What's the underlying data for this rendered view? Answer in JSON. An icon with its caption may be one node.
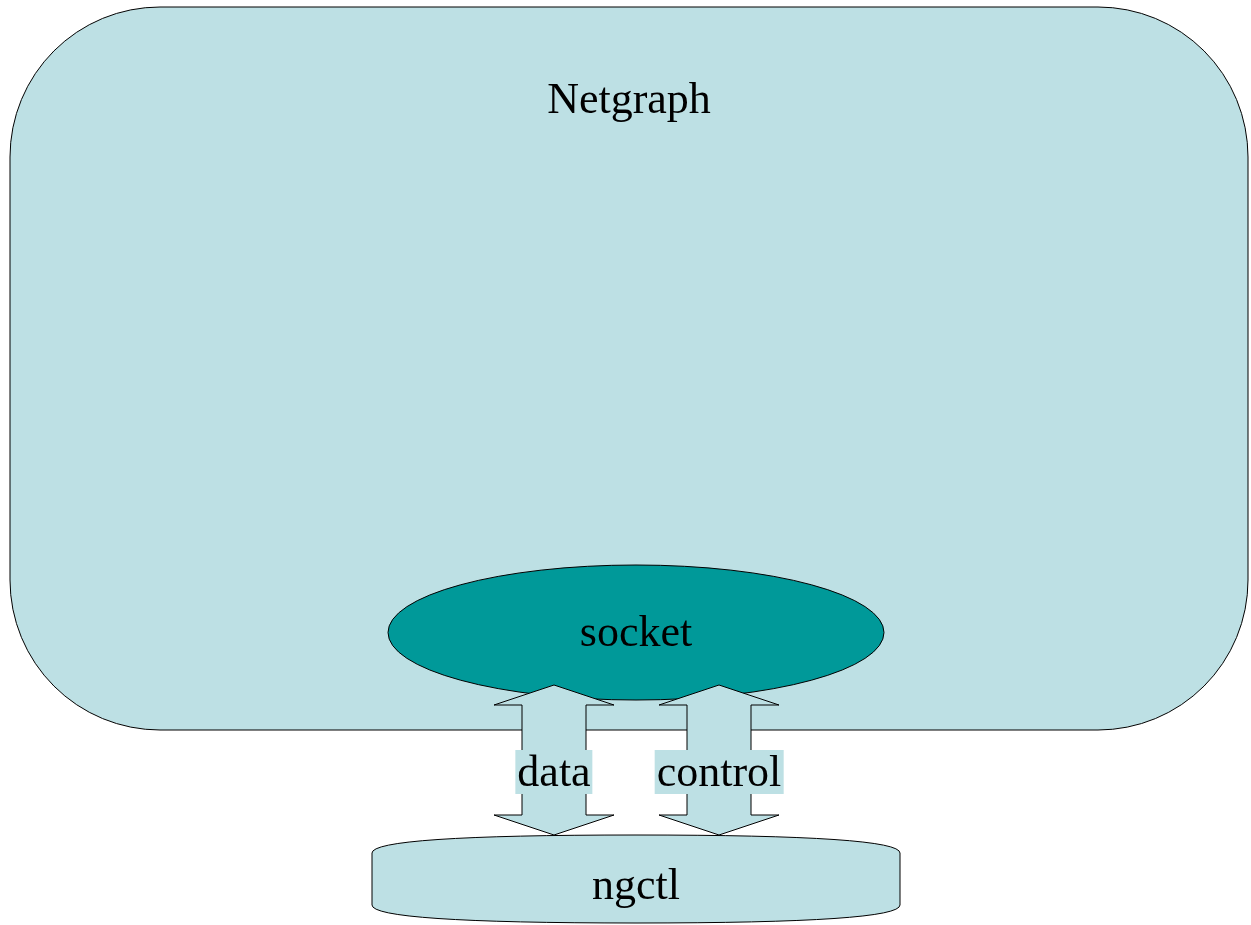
{
  "diagram": {
    "nodes": [
      {
        "text": [
          "Netgraph"
        ]
      },
      {
        "text": [
          "socket"
        ],
        "in": 0
      },
      {
        "text": [
          "ngctl"
        ]
      }
    ],
    "edges": [
      {
        "from": 1,
        "to": 2,
        "arrow": "both",
        "label": "data"
      },
      {
        "from": 1,
        "to": 2,
        "arrow": "both",
        "label": "control"
      }
    ]
  }
}
